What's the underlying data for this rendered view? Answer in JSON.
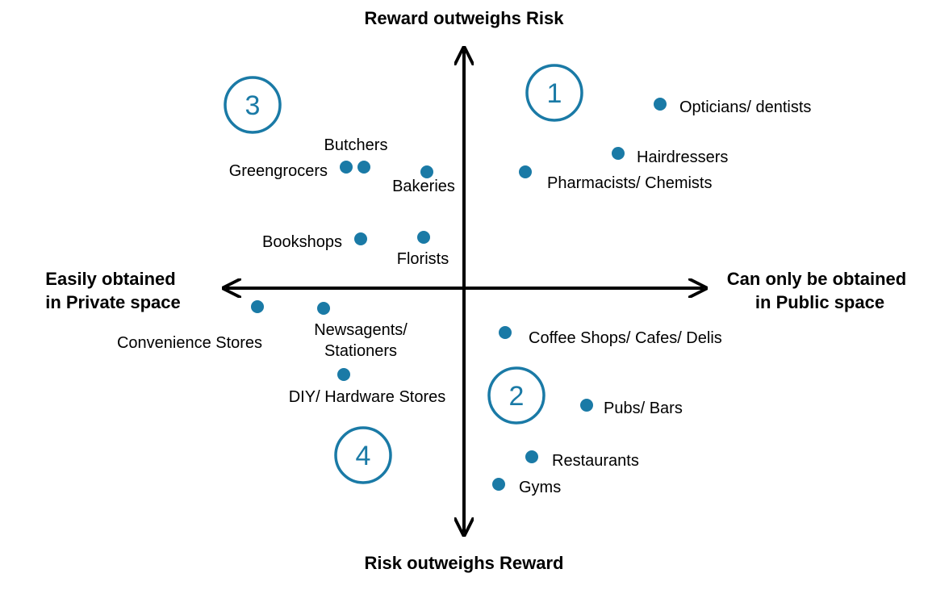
{
  "colors": {
    "accent": "#1a7aa6",
    "axis": "#000000",
    "text": "#000000"
  },
  "axes": {
    "top": "Reward outweighs Risk",
    "bottom": "Risk outweighs Reward",
    "left": [
      "Easily obtained",
      "in Private space"
    ],
    "right": [
      "Can only be obtained",
      "in Public space"
    ]
  },
  "quadrants": [
    {
      "id": "q1",
      "number": "1"
    },
    {
      "id": "q2",
      "number": "2"
    },
    {
      "id": "q3",
      "number": "3"
    },
    {
      "id": "q4",
      "number": "4"
    }
  ],
  "points": [
    {
      "id": "opticians",
      "label": [
        "Opticians/ dentists"
      ]
    },
    {
      "id": "hairdressers",
      "label": [
        "Hairdressers"
      ]
    },
    {
      "id": "pharmacists",
      "label": [
        "Pharmacists/ Chemists"
      ]
    },
    {
      "id": "butchers",
      "label": [
        "Butchers"
      ]
    },
    {
      "id": "greengrocers",
      "label": [
        "Greengrocers"
      ]
    },
    {
      "id": "bakeries",
      "label": [
        "Bakeries"
      ]
    },
    {
      "id": "bookshops",
      "label": [
        "Bookshops"
      ]
    },
    {
      "id": "florists",
      "label": [
        "Florists"
      ]
    },
    {
      "id": "convenience",
      "label": [
        "Convenience Stores"
      ]
    },
    {
      "id": "newsagents",
      "label": [
        "Newsagents/",
        "Stationers"
      ]
    },
    {
      "id": "diy",
      "label": [
        "DIY/ Hardware Stores"
      ]
    },
    {
      "id": "coffee",
      "label": [
        "Coffee Shops/ Cafes/ Delis"
      ]
    },
    {
      "id": "pubs",
      "label": [
        "Pubs/ Bars"
      ]
    },
    {
      "id": "restaurants",
      "label": [
        "Restaurants"
      ]
    },
    {
      "id": "gyms",
      "label": [
        "Gyms"
      ]
    }
  ]
}
